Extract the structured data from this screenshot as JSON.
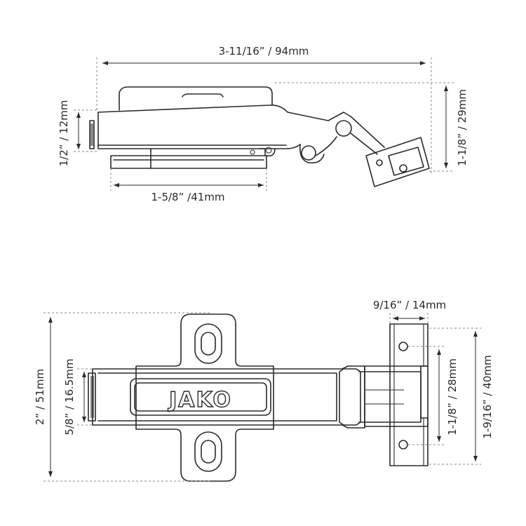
{
  "side_view": {
    "overall_length": "3-11/16” / 94mm",
    "cup_depth": "1/2” / 12mm",
    "height": "1-1/8” / 29mm",
    "plate_length": "1-5/8” /41mm"
  },
  "top_view": {
    "brand_logo": "JAKO",
    "overall_width": "2” / 51mm",
    "cup_width": "5/8” / 16.5mm",
    "mount_plate_width": "9/16” / 14mm",
    "mount_hole_spacing": "1-1/8” / 28mm",
    "mount_plate_height": "1-9/16” / 40mm"
  }
}
